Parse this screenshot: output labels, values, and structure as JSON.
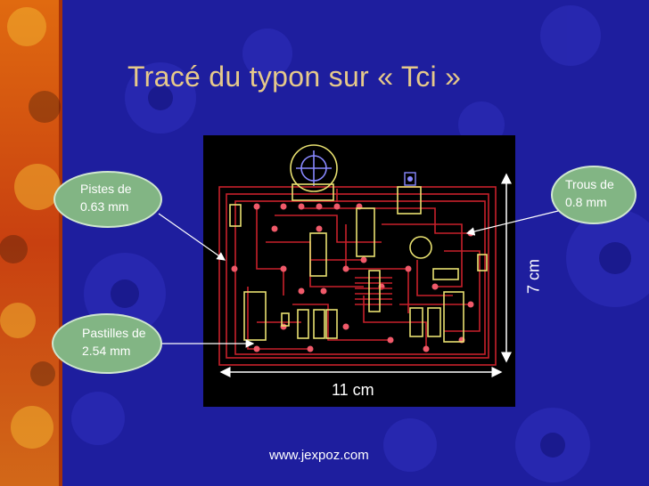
{
  "slide": {
    "title": "Tracé du typon sur « Tci »",
    "footer": "www.jexpoz.com"
  },
  "board": {
    "width_label": "11 cm",
    "height_label": "7 cm"
  },
  "callouts": {
    "tracks": {
      "line1": "Pistes de",
      "line2": "0.63 mm"
    },
    "holes": {
      "line1": "Trous de",
      "line2": "0.8 mm"
    },
    "pads": {
      "line1": "Pastilles de",
      "line2": "2.54 mm"
    }
  },
  "colors": {
    "background": "#1e1e9e",
    "title": "#e6c98a",
    "callout_fill": "#82b584",
    "track": "#c8202a",
    "pad": "#f05a6a",
    "component_outline": "#e8e070"
  }
}
